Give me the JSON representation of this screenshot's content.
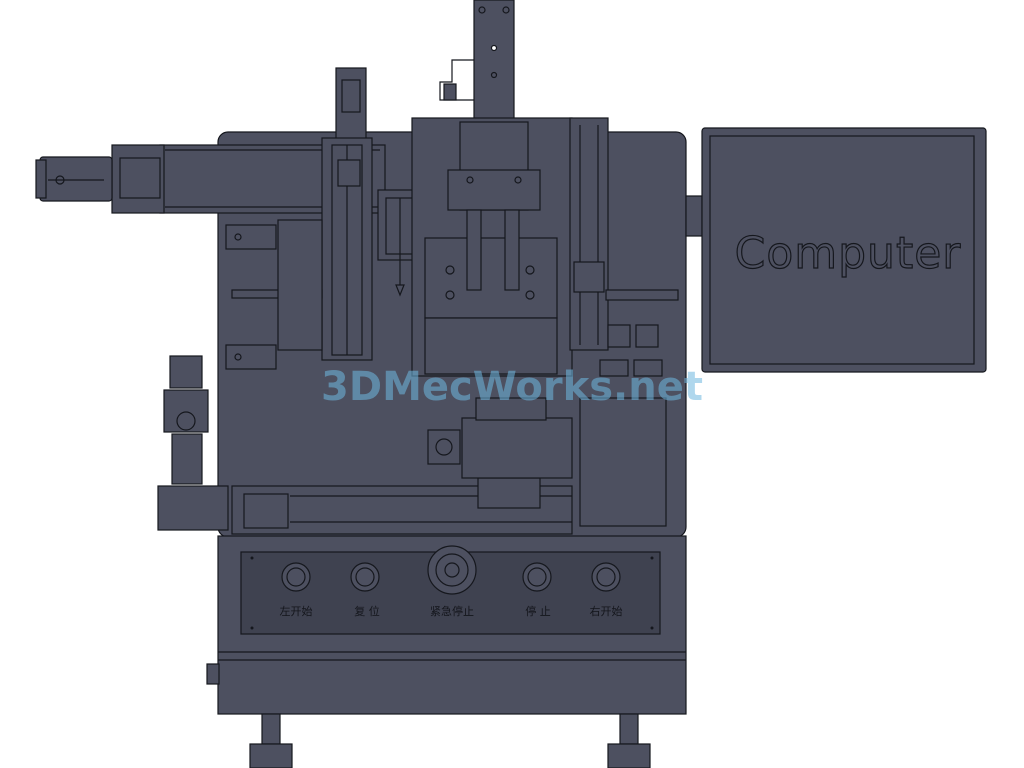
{
  "monitor": {
    "label": "Computer"
  },
  "watermark": {
    "text": "3DMecWorks.net"
  },
  "control_panel": {
    "buttons": [
      {
        "id": "left-start",
        "label": "左开始"
      },
      {
        "id": "reset",
        "label": "复 位"
      },
      {
        "id": "emergency-stop",
        "label": "紧急停止"
      },
      {
        "id": "stop",
        "label": "停 止"
      },
      {
        "id": "right-start",
        "label": "右开始"
      }
    ]
  },
  "colors": {
    "body": "#4d5060",
    "body_dark": "#3f4250",
    "outline": "#15171d",
    "watermark": "#6fb8e0"
  }
}
